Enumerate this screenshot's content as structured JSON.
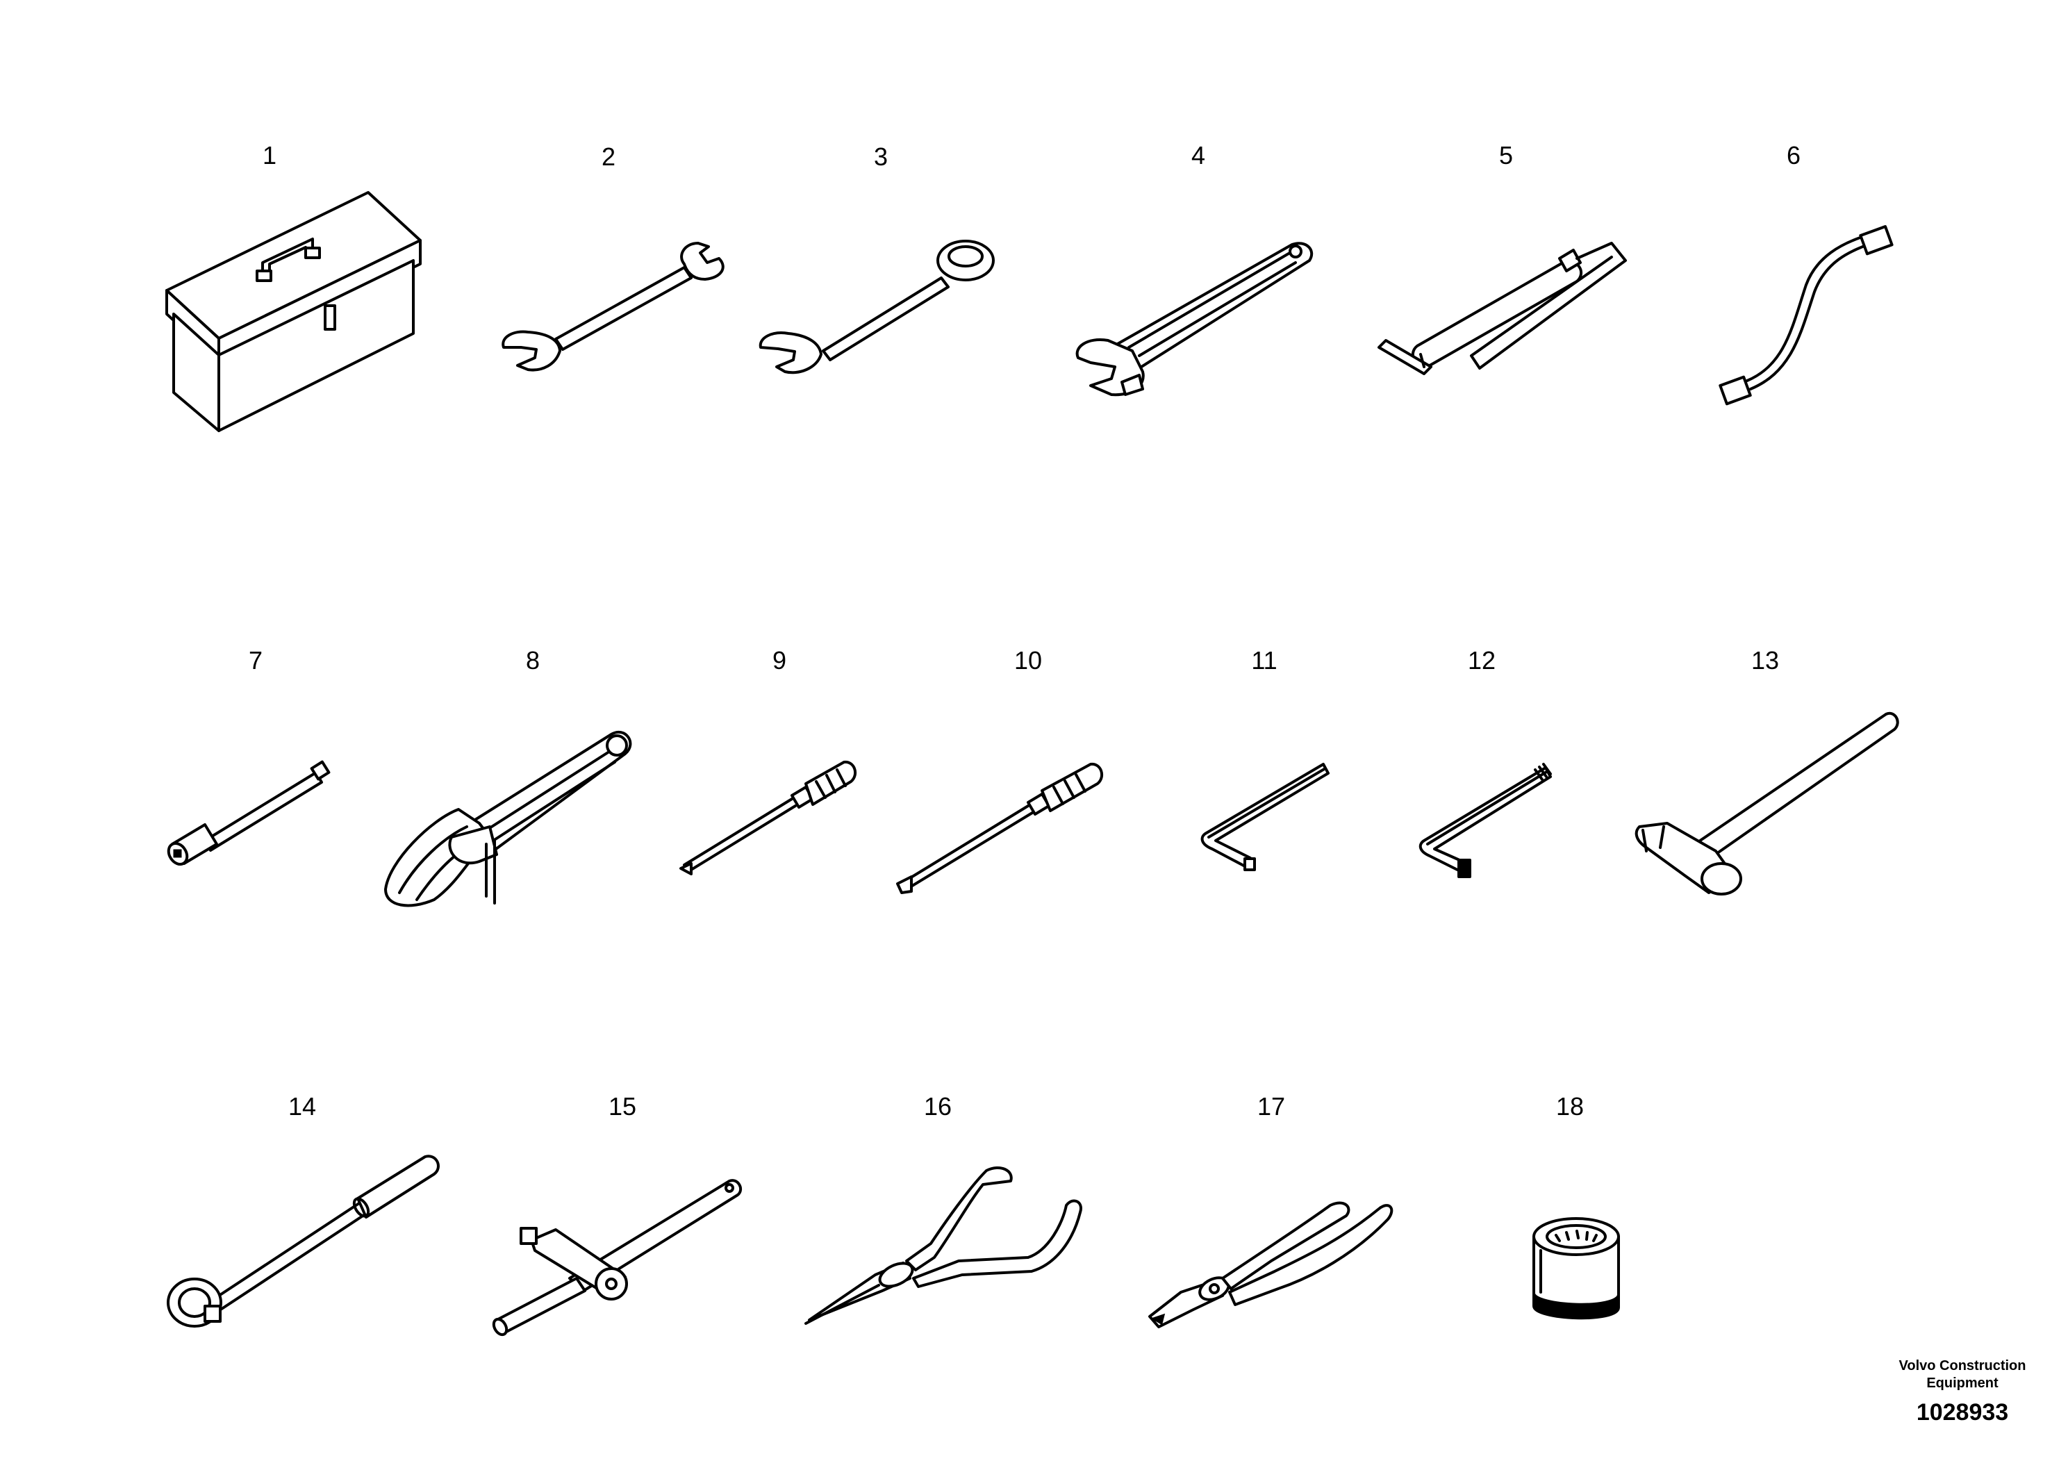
{
  "items": [
    {
      "number": "1",
      "icon": "toolbox-icon"
    },
    {
      "number": "2",
      "icon": "open-end-wrench-icon"
    },
    {
      "number": "3",
      "icon": "combination-wrench-icon"
    },
    {
      "number": "4",
      "icon": "adjustable-wrench-icon"
    },
    {
      "number": "5",
      "icon": "grease-gun-icon"
    },
    {
      "number": "6",
      "icon": "curved-socket-wrench-icon"
    },
    {
      "number": "7",
      "icon": "extension-bar-icon"
    },
    {
      "number": "8",
      "icon": "filter-wrench-icon"
    },
    {
      "number": "9",
      "icon": "phillips-screwdriver-icon"
    },
    {
      "number": "10",
      "icon": "flat-screwdriver-icon"
    },
    {
      "number": "11",
      "icon": "hex-key-icon"
    },
    {
      "number": "12",
      "icon": "torx-key-icon"
    },
    {
      "number": "13",
      "icon": "hammer-icon"
    },
    {
      "number": "14",
      "icon": "ratchet-handle-icon"
    },
    {
      "number": "15",
      "icon": "t-handle-icon"
    },
    {
      "number": "16",
      "icon": "needle-nose-pliers-icon"
    },
    {
      "number": "17",
      "icon": "slip-joint-pliers-icon"
    },
    {
      "number": "18",
      "icon": "socket-icon"
    }
  ],
  "brand": {
    "line1": "Volvo Construction",
    "line2": "Equipment"
  },
  "document_number": "1028933"
}
